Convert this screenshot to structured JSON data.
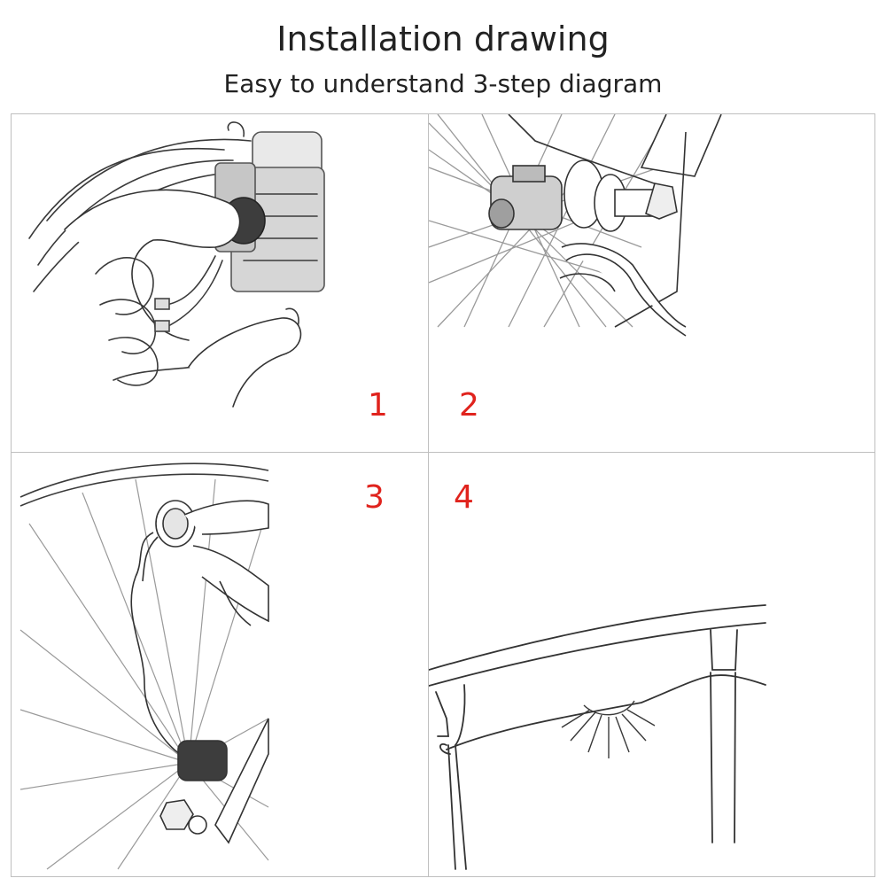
{
  "header": {
    "title": "Installation drawing",
    "subtitle": "Easy to understand 3-step diagram"
  },
  "steps": [
    {
      "number": "1",
      "illustration": "hand-holding-light-unit"
    },
    {
      "number": "2",
      "illustration": "mounting-generator-on-hub"
    },
    {
      "number": "3",
      "illustration": "attaching-light-to-spoke"
    },
    {
      "number": "4",
      "illustration": "light-on-wheel-rim"
    }
  ],
  "colors": {
    "step_number": "#e0231d",
    "line_art": "#3a3a3a",
    "grid": "#bfbfbf"
  }
}
